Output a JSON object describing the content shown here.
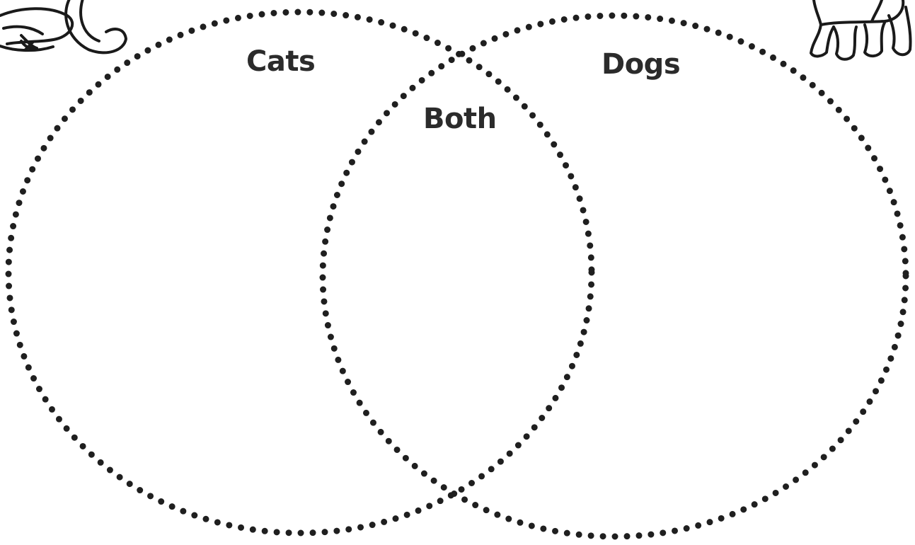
{
  "venn": {
    "left_set": "Cats",
    "right_set": "Dogs",
    "intersection": "Both"
  },
  "decorations": {
    "left_clipart": "cat-icon",
    "right_clipart": "dog-icon"
  },
  "colors": {
    "ink": "#1f1f1f",
    "background": "#ffffff"
  }
}
